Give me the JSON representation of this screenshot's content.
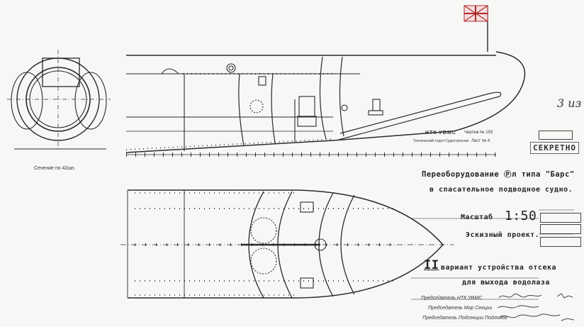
{
  "title_block": {
    "line1": "Переоборудование Ⓟл типа \"Барс\"",
    "line2": "в спасательное подводное судно.",
    "scale_label": "Масштаб",
    "scale_value": "1:50",
    "project_label": "Эскизный проект."
  },
  "variant_block": {
    "numeral": "II",
    "line1": "вариант устройства отсека",
    "line2": "для выхода водолаза"
  },
  "section_caption": "Сечение по 42шп.",
  "secret_stamp": "СЕКРЕТНО",
  "drawing_info": {
    "org": "НТК УВМС",
    "subtitle": "Технический отдел Судостроения",
    "drawing_no": "Чертеж № 193",
    "sheet_no": "Лист № 4"
  },
  "corner_mark": "3 из",
  "sign_lines": [
    "Председатель НТК УВМС",
    "Председатель Мор Секции",
    "Председатель Подсекции Подлодок"
  ],
  "colors": {
    "ink": "#2a2a2a",
    "paper": "#f7f7f5",
    "flag_red": "#b02a2a"
  }
}
